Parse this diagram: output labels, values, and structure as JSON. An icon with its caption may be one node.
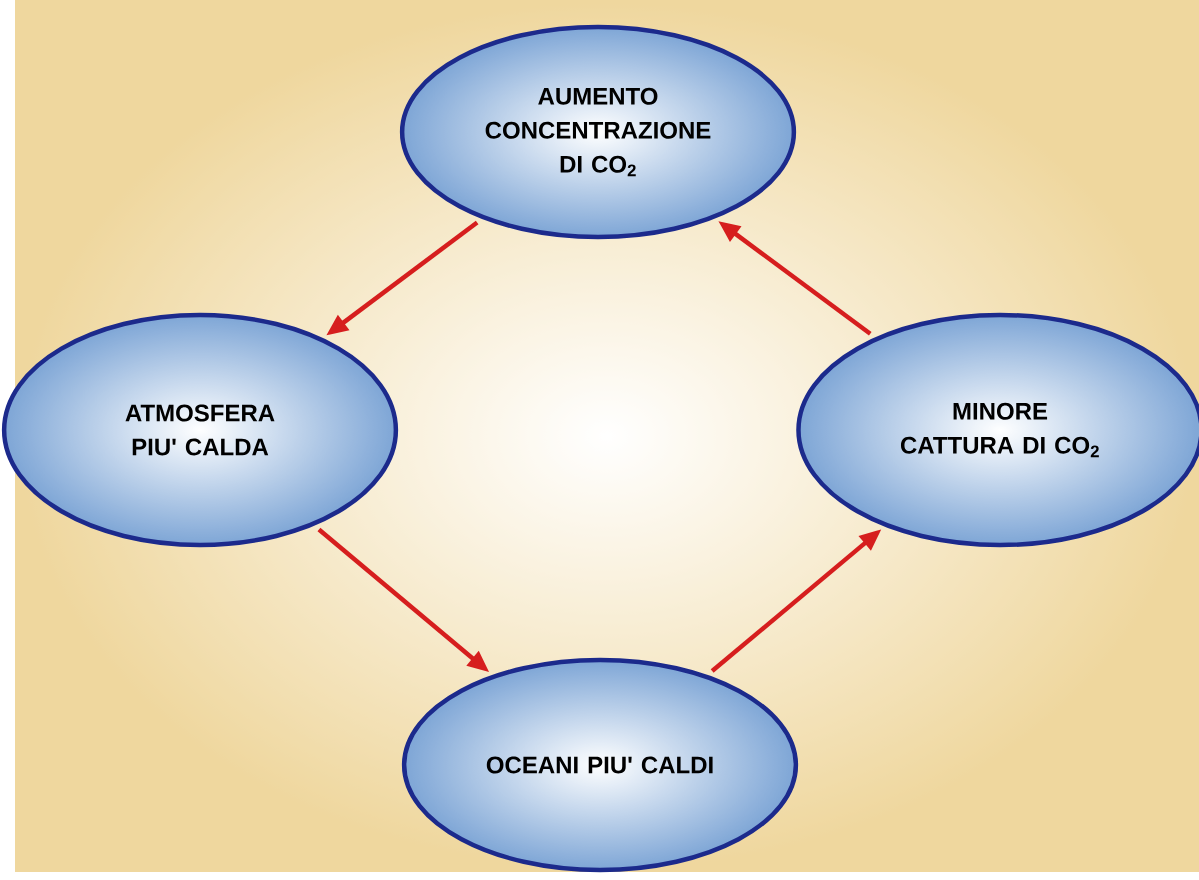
{
  "diagram": {
    "nodes": [
      {
        "text": [
          "AUMENTO CONCENTRAZIONE DI CO$_{2}$"
        ]
      },
      {
        "text": [
          "ATMOSFERA PIU' CALDA"
        ]
      },
      {
        "text": [
          "OCEANI PIU' CALDI"
        ]
      },
      {
        "text": [
          "MINORE CATTURA DI CO$_{2}$"
        ]
      }
    ],
    "edges": [
      {
        "from": 0,
        "to": 1,
        "arrow": "to"
      },
      {
        "from": 1,
        "to": 2,
        "arrow": "to"
      },
      {
        "from": 2,
        "to": 3,
        "arrow": "to"
      },
      {
        "from": 3,
        "to": 0,
        "arrow": "to"
      }
    ]
  }
}
